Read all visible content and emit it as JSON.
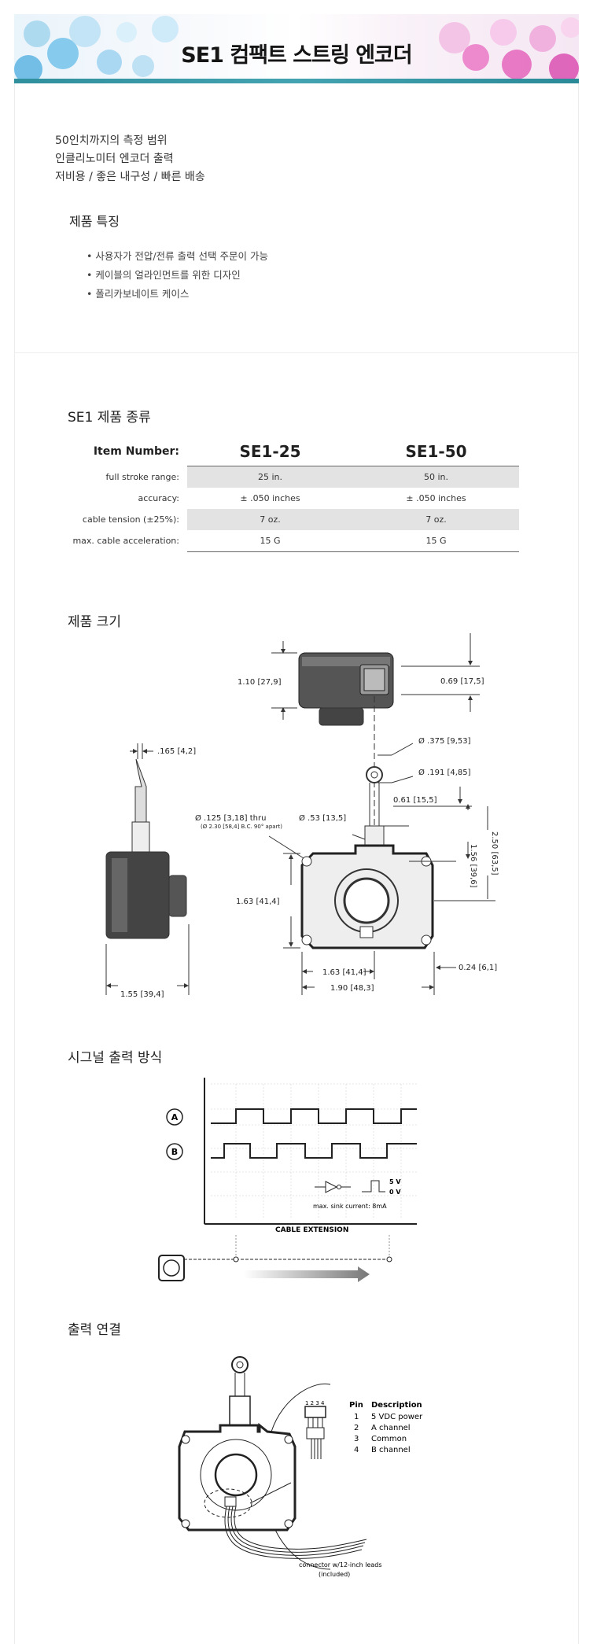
{
  "banner": {
    "title": "SE1 컴팩트 스트링 엔코더"
  },
  "intro": {
    "lines": [
      "50인치까지의 측정 범위",
      "인클리노미터 엔코더 출력",
      "저비용 / 좋은 내구성 / 빠른 배송"
    ]
  },
  "features": {
    "title": "제품 특징",
    "items": [
      "사용자가 전압/전류 출력 선택 주문이 가능",
      "케이블의 얼라인먼트를 위한 디자인",
      "폴리카보네이트 케이스"
    ]
  },
  "models": {
    "title": "SE1 제품 종류",
    "header_label": "Item Number:",
    "columns": [
      "SE1-25",
      "SE1-50"
    ],
    "rows": [
      {
        "label": "full stroke range:",
        "values": [
          "25 in.",
          "50 in."
        ]
      },
      {
        "label": "accuracy:",
        "values": [
          "± .050 inches",
          "± .050 inches"
        ]
      },
      {
        "label": "cable tension (±25%):",
        "values": [
          "7 oz.",
          "7 oz."
        ]
      },
      {
        "label": "max. cable acceleration:",
        "values": [
          "15 G",
          "15 G"
        ]
      }
    ]
  },
  "dimensions": {
    "title": "제품 크기",
    "labels": {
      "top_height": "1.10 [27,9]",
      "top_right": "0.69 [17,5]",
      "side_width": ".165 [4,2]",
      "hole_dia1": "Ø .375 [9,53]",
      "hole_dia2": "Ø .191 [4,85]",
      "thru": "Ø .125 [3,18] thru",
      "bc": "(Ø 2.30 [58,4] B.C. 90° apart)",
      "boss": "Ø .53 [13,5]",
      "offset": "0.61 [15,5]",
      "height_250": "2.50 [63,5]",
      "height_156": "1.56 [39,6]",
      "h163": "1.63 [41,4]",
      "w163": "1.63 [41,4]",
      "w190": "1.90 [48,3]",
      "r024": "0.24 [6,1]",
      "side_depth": "1.55 [39,4]"
    }
  },
  "signal": {
    "title": "시그널 출력 방식",
    "channel_a": "A",
    "channel_b": "B",
    "v_high": "5 V",
    "v_low": "0 V",
    "sink": "max. sink current: 8mA",
    "axis_label": "CABLE EXTENSION"
  },
  "connection": {
    "title": "출력 연결",
    "pins_header": [
      "Pin",
      "Description"
    ],
    "pins": [
      {
        "pin": "1",
        "desc": "5 VDC power"
      },
      {
        "pin": "2",
        "desc": "A channel"
      },
      {
        "pin": "3",
        "desc": "Common"
      },
      {
        "pin": "4",
        "desc": "B channel"
      }
    ],
    "pin_numbers": "1 2 3 4",
    "note1": "connector w/12-inch leads",
    "note2": "(included)"
  }
}
